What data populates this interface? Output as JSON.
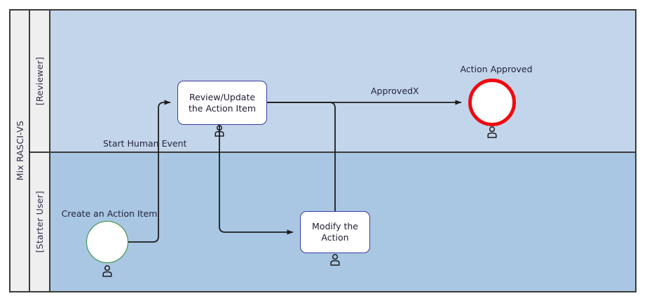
{
  "diagram": {
    "type": "bpmn-process",
    "pool": {
      "label": "Mix RASCI-VS"
    },
    "lanes": [
      {
        "id": "reviewer",
        "label": "[Reviewer]",
        "fill": "#c3d5ea"
      },
      {
        "id": "starter",
        "label": "[Starter User]",
        "fill": "#a9c7e3"
      }
    ],
    "nodes": [
      {
        "id": "start-create-action-item",
        "kind": "start-event",
        "lane": "starter",
        "label": "Create an Action Item",
        "marker": "user-icon",
        "stroke": "#2e8b32"
      },
      {
        "id": "task-review-update",
        "kind": "user-task",
        "lane": "reviewer",
        "label": "Review/Update the Action Item",
        "marker": "user-icon",
        "stroke": "#3b3bA0"
      },
      {
        "id": "task-modify-action",
        "kind": "user-task",
        "lane": "starter",
        "label": "Modify the Action",
        "marker": "user-icon",
        "stroke": "#3b3bA0"
      },
      {
        "id": "end-action-approved",
        "kind": "end-event",
        "lane": "reviewer",
        "label": "Action Approved",
        "marker": "user-icon",
        "stroke": "#ef0b11"
      }
    ],
    "flows": [
      {
        "id": "flow-start-to-review",
        "from": "start-create-action-item",
        "to": "task-review-update",
        "label": "Start Human Event"
      },
      {
        "id": "flow-review-to-end",
        "from": "task-review-update",
        "to": "end-action-approved",
        "label": "ApprovedX"
      },
      {
        "id": "flow-review-to-modify",
        "from": "task-review-update",
        "to": "task-modify-action",
        "label": ""
      },
      {
        "id": "flow-modify-to-review",
        "from": "task-modify-action",
        "to": "task-review-update",
        "label": ""
      }
    ],
    "colors": {
      "lane_top": "#c3d5ea",
      "lane_bottom": "#a9c7e3",
      "header_fill": "#efefef",
      "pool_border": "#3b3b3b",
      "task_border": "#3b3bA0",
      "start_border": "#2e8b32",
      "end_border": "#ef0b11",
      "flow_line": "#1c1c1c",
      "text": "#23233a"
    }
  }
}
